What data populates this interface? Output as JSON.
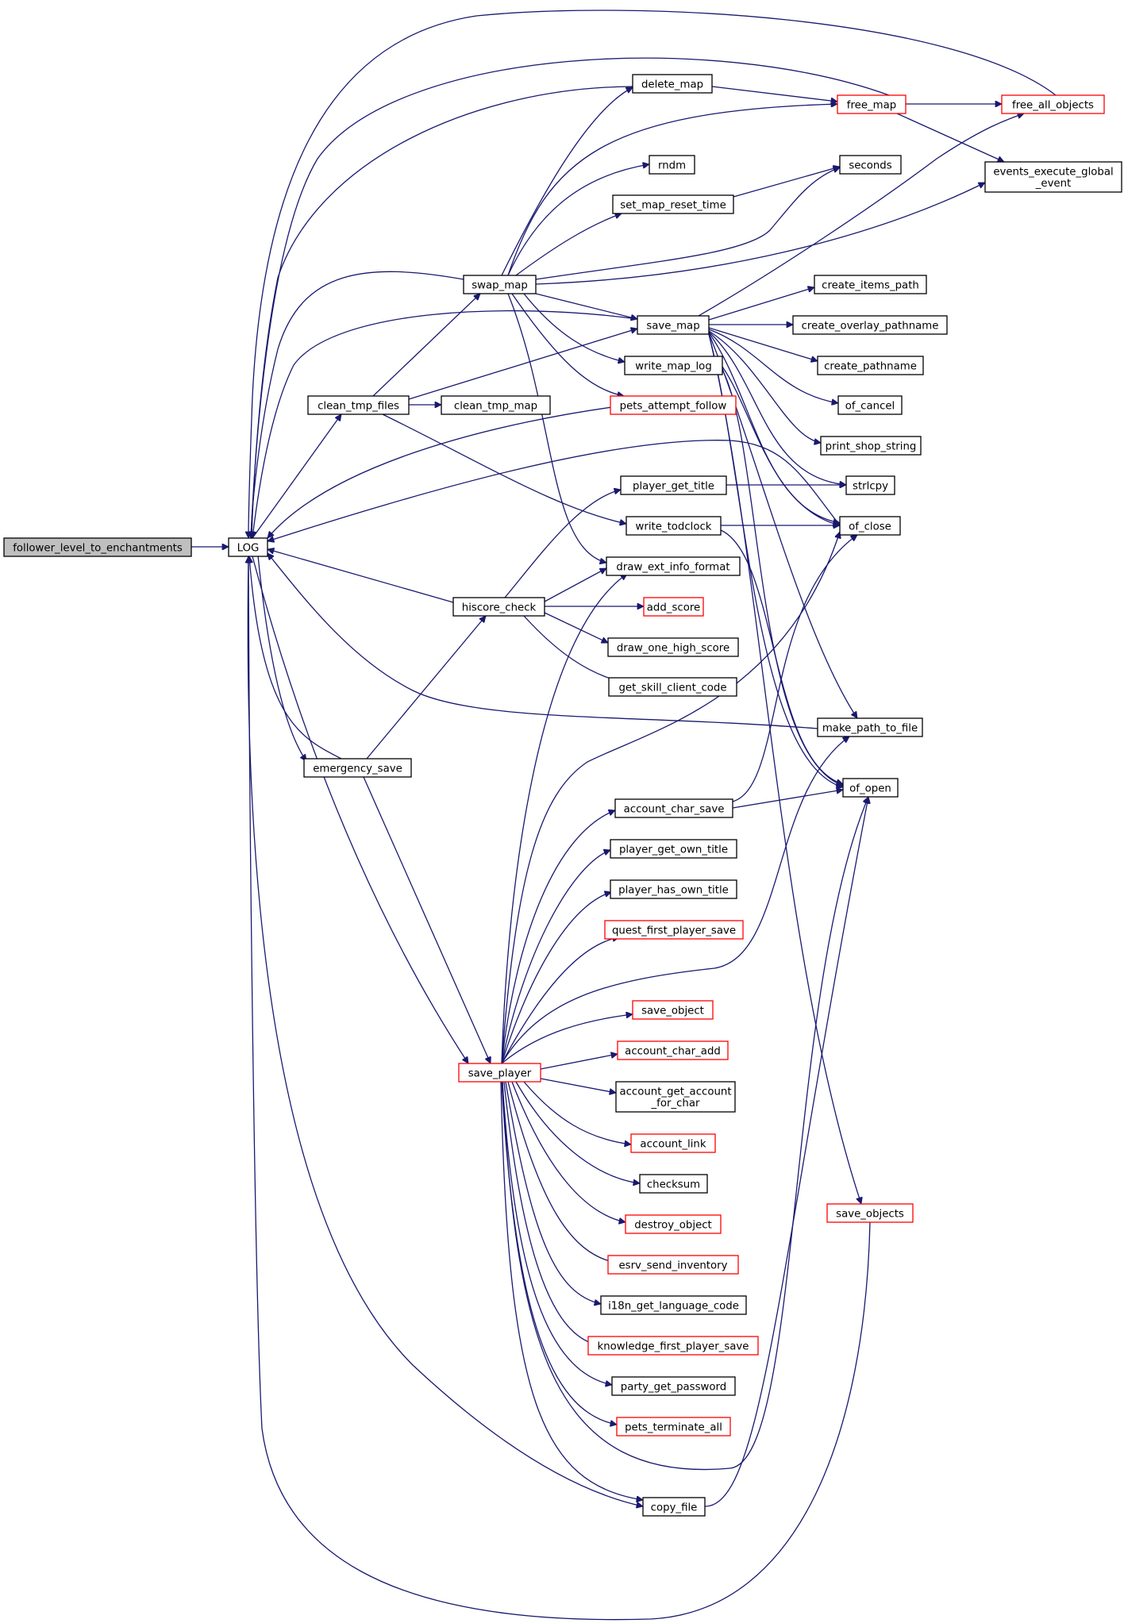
{
  "colors": {
    "edge": "#191970",
    "box_border": "#000000",
    "box_border_incomplete": "#ff0000",
    "highlight_fill": "#bfbfbf",
    "background": "#ffffff"
  },
  "nodes": [
    {
      "id": "n_follower",
      "lines": [
        "follower_level_to_enchantments"
      ],
      "style": "highlight"
    },
    {
      "id": "n_log",
      "lines": [
        "LOG"
      ],
      "style": "normal"
    },
    {
      "id": "n_clean_tmp_files",
      "lines": [
        "clean_tmp_files"
      ],
      "style": "normal"
    },
    {
      "id": "n_emergency_save",
      "lines": [
        "emergency_save"
      ],
      "style": "normal"
    },
    {
      "id": "n_hiscore_check",
      "lines": [
        "hiscore_check"
      ],
      "style": "normal"
    },
    {
      "id": "n_save_player",
      "lines": [
        "save_player"
      ],
      "style": "incomplete"
    },
    {
      "id": "n_swap_map",
      "lines": [
        "swap_map"
      ],
      "style": "normal"
    },
    {
      "id": "n_clean_tmp_map",
      "lines": [
        "clean_tmp_map"
      ],
      "style": "normal"
    },
    {
      "id": "n_delete_map",
      "lines": [
        "delete_map"
      ],
      "style": "normal"
    },
    {
      "id": "n_rndm",
      "lines": [
        "rndm"
      ],
      "style": "normal"
    },
    {
      "id": "n_set_map_reset_time",
      "lines": [
        "set_map_reset_time"
      ],
      "style": "normal"
    },
    {
      "id": "n_save_map",
      "lines": [
        "save_map"
      ],
      "style": "normal"
    },
    {
      "id": "n_write_map_log",
      "lines": [
        "write_map_log"
      ],
      "style": "normal"
    },
    {
      "id": "n_pets_attempt_follow",
      "lines": [
        "pets_attempt_follow"
      ],
      "style": "incomplete"
    },
    {
      "id": "n_player_get_title",
      "lines": [
        "player_get_title"
      ],
      "style": "normal"
    },
    {
      "id": "n_write_todclock",
      "lines": [
        "write_todclock"
      ],
      "style": "normal"
    },
    {
      "id": "n_draw_ext_info_format",
      "lines": [
        "draw_ext_info_format"
      ],
      "style": "normal"
    },
    {
      "id": "n_add_score",
      "lines": [
        "add_score"
      ],
      "style": "incomplete"
    },
    {
      "id": "n_draw_one_high_score",
      "lines": [
        "draw_one_high_score"
      ],
      "style": "normal"
    },
    {
      "id": "n_get_skill_client_code",
      "lines": [
        "get_skill_client_code"
      ],
      "style": "normal"
    },
    {
      "id": "n_account_char_save",
      "lines": [
        "account_char_save"
      ],
      "style": "normal"
    },
    {
      "id": "n_player_get_own_title",
      "lines": [
        "player_get_own_title"
      ],
      "style": "normal"
    },
    {
      "id": "n_player_has_own_title",
      "lines": [
        "player_has_own_title"
      ],
      "style": "normal"
    },
    {
      "id": "n_quest_first_player_save",
      "lines": [
        "quest_first_player_save"
      ],
      "style": "incomplete"
    },
    {
      "id": "n_save_object",
      "lines": [
        "save_object"
      ],
      "style": "incomplete"
    },
    {
      "id": "n_account_char_add",
      "lines": [
        "account_char_add"
      ],
      "style": "incomplete"
    },
    {
      "id": "n_account_get_account_for_char",
      "lines": [
        "account_get_account",
        "_for_char"
      ],
      "style": "normal"
    },
    {
      "id": "n_account_link",
      "lines": [
        "account_link"
      ],
      "style": "incomplete"
    },
    {
      "id": "n_checksum",
      "lines": [
        "checksum"
      ],
      "style": "normal"
    },
    {
      "id": "n_destroy_object",
      "lines": [
        "destroy_object"
      ],
      "style": "incomplete"
    },
    {
      "id": "n_esrv_send_inventory",
      "lines": [
        "esrv_send_inventory"
      ],
      "style": "incomplete"
    },
    {
      "id": "n_i18n_get_language_code",
      "lines": [
        "i18n_get_language_code"
      ],
      "style": "normal"
    },
    {
      "id": "n_knowledge_first_player_save",
      "lines": [
        "knowledge_first_player_save"
      ],
      "style": "incomplete"
    },
    {
      "id": "n_party_get_password",
      "lines": [
        "party_get_password"
      ],
      "style": "normal"
    },
    {
      "id": "n_pets_terminate_all",
      "lines": [
        "pets_terminate_all"
      ],
      "style": "incomplete"
    },
    {
      "id": "n_copy_file",
      "lines": [
        "copy_file"
      ],
      "style": "normal"
    },
    {
      "id": "n_free_map",
      "lines": [
        "free_map"
      ],
      "style": "incomplete"
    },
    {
      "id": "n_seconds",
      "lines": [
        "seconds"
      ],
      "style": "normal"
    },
    {
      "id": "n_create_items_path",
      "lines": [
        "create_items_path"
      ],
      "style": "normal"
    },
    {
      "id": "n_create_overlay_pathname",
      "lines": [
        "create_overlay_pathname"
      ],
      "style": "normal"
    },
    {
      "id": "n_create_pathname",
      "lines": [
        "create_pathname"
      ],
      "style": "normal"
    },
    {
      "id": "n_of_cancel",
      "lines": [
        "of_cancel"
      ],
      "style": "normal"
    },
    {
      "id": "n_print_shop_string",
      "lines": [
        "print_shop_string"
      ],
      "style": "normal"
    },
    {
      "id": "n_strlcpy",
      "lines": [
        "strlcpy"
      ],
      "style": "normal"
    },
    {
      "id": "n_of_close",
      "lines": [
        "of_close"
      ],
      "style": "normal"
    },
    {
      "id": "n_make_path_to_file",
      "lines": [
        "make_path_to_file"
      ],
      "style": "normal"
    },
    {
      "id": "n_of_open",
      "lines": [
        "of_open"
      ],
      "style": "normal"
    },
    {
      "id": "n_save_objects",
      "lines": [
        "save_objects"
      ],
      "style": "incomplete"
    },
    {
      "id": "n_free_all_objects",
      "lines": [
        "free_all_objects"
      ],
      "style": "incomplete"
    },
    {
      "id": "n_events_execute_global_event",
      "lines": [
        "events_execute_global",
        "_event"
      ],
      "style": "normal"
    }
  ],
  "edges": [
    {
      "from": "n_follower",
      "to": "n_log"
    },
    {
      "from": "n_log",
      "to": "n_clean_tmp_files"
    },
    {
      "from": "n_log",
      "to": "n_emergency_save"
    },
    {
      "from": "n_clean_tmp_files",
      "to": "n_swap_map"
    },
    {
      "from": "n_clean_tmp_files",
      "to": "n_clean_tmp_map"
    },
    {
      "from": "n_clean_tmp_files",
      "to": "n_save_map"
    },
    {
      "from": "n_clean_tmp_files",
      "to": "n_write_todclock"
    },
    {
      "from": "n_swap_map",
      "to": "n_delete_map"
    },
    {
      "from": "n_swap_map",
      "to": "n_free_map"
    },
    {
      "from": "n_swap_map",
      "to": "n_rndm"
    },
    {
      "from": "n_swap_map",
      "to": "n_set_map_reset_time"
    },
    {
      "from": "n_swap_map",
      "to": "n_seconds"
    },
    {
      "from": "n_swap_map",
      "to": "n_events_execute_global_event"
    },
    {
      "from": "n_swap_map",
      "to": "n_save_map"
    },
    {
      "from": "n_swap_map",
      "to": "n_write_map_log"
    },
    {
      "from": "n_swap_map",
      "to": "n_pets_attempt_follow"
    },
    {
      "from": "n_swap_map",
      "to": "n_draw_ext_info_format"
    },
    {
      "from": "n_delete_map",
      "to": "n_free_map"
    },
    {
      "from": "n_set_map_reset_time",
      "to": "n_seconds"
    },
    {
      "from": "n_free_map",
      "to": "n_free_all_objects"
    },
    {
      "from": "n_free_map",
      "to": "n_events_execute_global_event"
    },
    {
      "from": "n_save_map",
      "to": "n_free_all_objects"
    },
    {
      "from": "n_save_map",
      "to": "n_create_items_path"
    },
    {
      "from": "n_save_map",
      "to": "n_create_overlay_pathname"
    },
    {
      "from": "n_save_map",
      "to": "n_create_pathname"
    },
    {
      "from": "n_save_map",
      "to": "n_of_cancel"
    },
    {
      "from": "n_save_map",
      "to": "n_print_shop_string"
    },
    {
      "from": "n_save_map",
      "to": "n_strlcpy"
    },
    {
      "from": "n_save_map",
      "to": "n_of_close"
    },
    {
      "from": "n_save_map",
      "to": "n_make_path_to_file"
    },
    {
      "from": "n_save_map",
      "to": "n_of_open"
    },
    {
      "from": "n_save_map",
      "to": "n_save_objects"
    },
    {
      "from": "n_write_map_log",
      "to": "n_of_close"
    },
    {
      "from": "n_write_map_log",
      "to": "n_of_open"
    },
    {
      "from": "n_player_get_title",
      "to": "n_strlcpy"
    },
    {
      "from": "n_write_todclock",
      "to": "n_of_close"
    },
    {
      "from": "n_write_todclock",
      "to": "n_of_open"
    },
    {
      "from": "n_emergency_save",
      "to": "n_hiscore_check"
    },
    {
      "from": "n_emergency_save",
      "to": "n_save_player"
    },
    {
      "from": "n_hiscore_check",
      "to": "n_player_get_title"
    },
    {
      "from": "n_hiscore_check",
      "to": "n_draw_ext_info_format"
    },
    {
      "from": "n_hiscore_check",
      "to": "n_add_score"
    },
    {
      "from": "n_hiscore_check",
      "to": "n_draw_one_high_score"
    },
    {
      "from": "n_hiscore_check",
      "to": "n_get_skill_client_code"
    },
    {
      "from": "n_save_player",
      "to": "n_draw_ext_info_format"
    },
    {
      "from": "n_save_player",
      "to": "n_of_close"
    },
    {
      "from": "n_save_player",
      "to": "n_account_char_save"
    },
    {
      "from": "n_save_player",
      "to": "n_player_get_own_title"
    },
    {
      "from": "n_save_player",
      "to": "n_player_has_own_title"
    },
    {
      "from": "n_save_player",
      "to": "n_quest_first_player_save"
    },
    {
      "from": "n_save_player",
      "to": "n_make_path_to_file"
    },
    {
      "from": "n_save_player",
      "to": "n_save_object"
    },
    {
      "from": "n_save_player",
      "to": "n_account_char_add"
    },
    {
      "from": "n_save_player",
      "to": "n_account_get_account_for_char"
    },
    {
      "from": "n_save_player",
      "to": "n_account_link"
    },
    {
      "from": "n_save_player",
      "to": "n_checksum"
    },
    {
      "from": "n_save_player",
      "to": "n_destroy_object"
    },
    {
      "from": "n_save_player",
      "to": "n_esrv_send_inventory"
    },
    {
      "from": "n_save_player",
      "to": "n_i18n_get_language_code"
    },
    {
      "from": "n_save_player",
      "to": "n_knowledge_first_player_save"
    },
    {
      "from": "n_save_player",
      "to": "n_party_get_password"
    },
    {
      "from": "n_save_player",
      "to": "n_pets_terminate_all"
    },
    {
      "from": "n_save_player",
      "to": "n_copy_file"
    },
    {
      "from": "n_save_player",
      "to": "n_of_open"
    },
    {
      "from": "n_account_char_save",
      "to": "n_of_close"
    },
    {
      "from": "n_account_char_save",
      "to": "n_of_open"
    },
    {
      "from": "n_log",
      "to": "n_save_player"
    },
    {
      "from": "n_log",
      "to": "n_copy_file"
    },
    {
      "from": "n_copy_file",
      "to": "n_of_open"
    },
    {
      "from": "n_save_objects",
      "to": "n_log"
    },
    {
      "from": "n_swap_map",
      "to": "n_log"
    },
    {
      "from": "n_save_map",
      "to": "n_log"
    },
    {
      "from": "n_pets_attempt_follow",
      "to": "n_log"
    },
    {
      "from": "n_of_close",
      "to": "n_log"
    },
    {
      "from": "n_hiscore_check",
      "to": "n_log"
    },
    {
      "from": "n_make_path_to_file",
      "to": "n_log"
    },
    {
      "from": "n_emergency_save",
      "to": "n_log"
    },
    {
      "from": "n_delete_map",
      "to": "n_log"
    },
    {
      "from": "n_free_map",
      "to": "n_log"
    },
    {
      "from": "n_free_all_objects",
      "to": "n_log"
    }
  ]
}
